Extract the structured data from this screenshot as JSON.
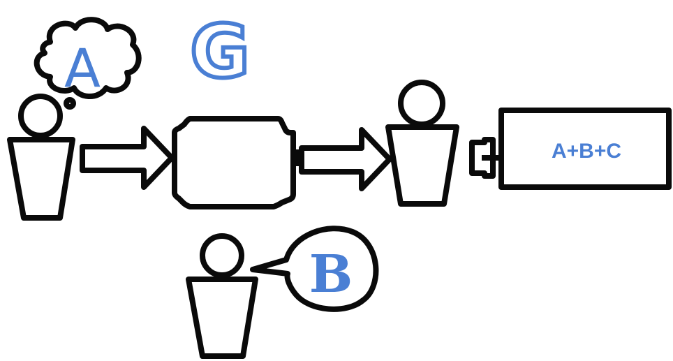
{
  "diagram": {
    "labels": {
      "thought_letter": "A",
      "process_letter": "G",
      "speech_letter": "B",
      "result_text": "A+B+C"
    },
    "colors": {
      "ink": "#0a0a0a",
      "accent": "#4a7fd4",
      "background": "#ffffff"
    },
    "icons": {
      "sender": "person-icon",
      "thought": "thought-cloud-icon",
      "processor": "rounded-box-icon",
      "contributor": "person-icon",
      "speech": "speech-bubble-icon",
      "receiver": "person-icon",
      "connector": "plus-connector-icon",
      "output": "result-box-icon"
    }
  }
}
